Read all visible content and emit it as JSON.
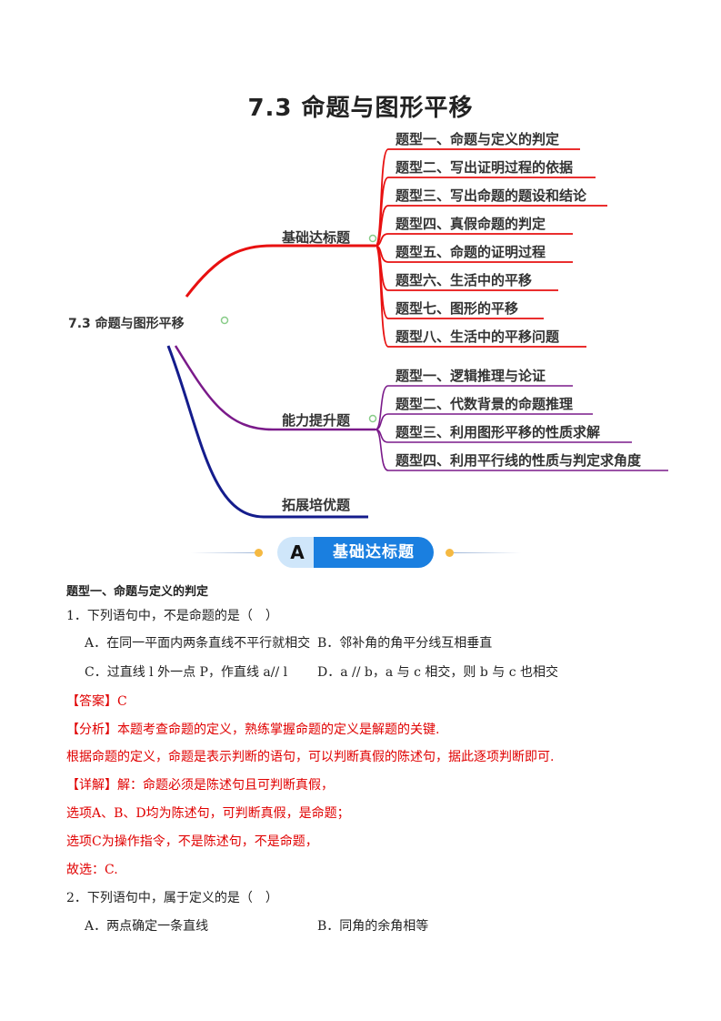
{
  "title": "7.3  命题与图形平移",
  "mindmap": {
    "root": "7.3 命题与图形平移",
    "branches": [
      {
        "label": "基础达标题",
        "color": "#e81010",
        "items": [
          "题型一、命题与定义的判定",
          "题型二、写出证明过程的依据",
          "题型三、写出命题的题设和结论",
          "题型四、真假命题的判定",
          "题型五、命题的证明过程",
          "题型六、生活中的平移",
          "题型七、图形的平移",
          "题型八、生活中的平移问题"
        ]
      },
      {
        "label": "能力提升题",
        "color": "#7a1a8a",
        "items": [
          "题型一、逻辑推理与论证",
          "题型二、代数背景的命题推理",
          "题型三、利用图形平移的性质求解",
          "题型四、利用平行线的性质与判定求角度"
        ]
      },
      {
        "label": "拓展培优题",
        "color": "#141c8c",
        "items": []
      }
    ]
  },
  "banner": {
    "letter": "A",
    "label": "基础达标题"
  },
  "section_heading": "题型一、命题与定义的判定",
  "q1": {
    "stem": "1．下列语句中，不是命题的是（　）",
    "A": "A．在同一平面内两条直线不平行就相交",
    "B": "B．邻补角的角平分线互相垂直",
    "C": "C．过直线 l 外一点 P，作直线 a// l",
    "D": "D．a // b，a 与 c 相交，则 b 与 c 也相交"
  },
  "answer": "【答案】C",
  "analysis": "【分析】本题考查命题的定义，熟练掌握命题的定义是解题的关键.",
  "analysis2": "根据命题的定义，命题是表示判断的语句，可以判断真假的陈述句，据此逐项判断即可.",
  "detail": "【详解】解：命题必须是陈述句且可判断真假，",
  "detail2": "选项A、B、D均为陈述句，可判断真假，是命题；",
  "detail3": "选项C为操作指令，不是陈述句，不是命题，",
  "detail4": "故选：C.",
  "q2": {
    "stem": "2．下列语句中，属于定义的是（　）",
    "A": "A．两点确定一条直线",
    "B": "B．同角的余角相等"
  }
}
